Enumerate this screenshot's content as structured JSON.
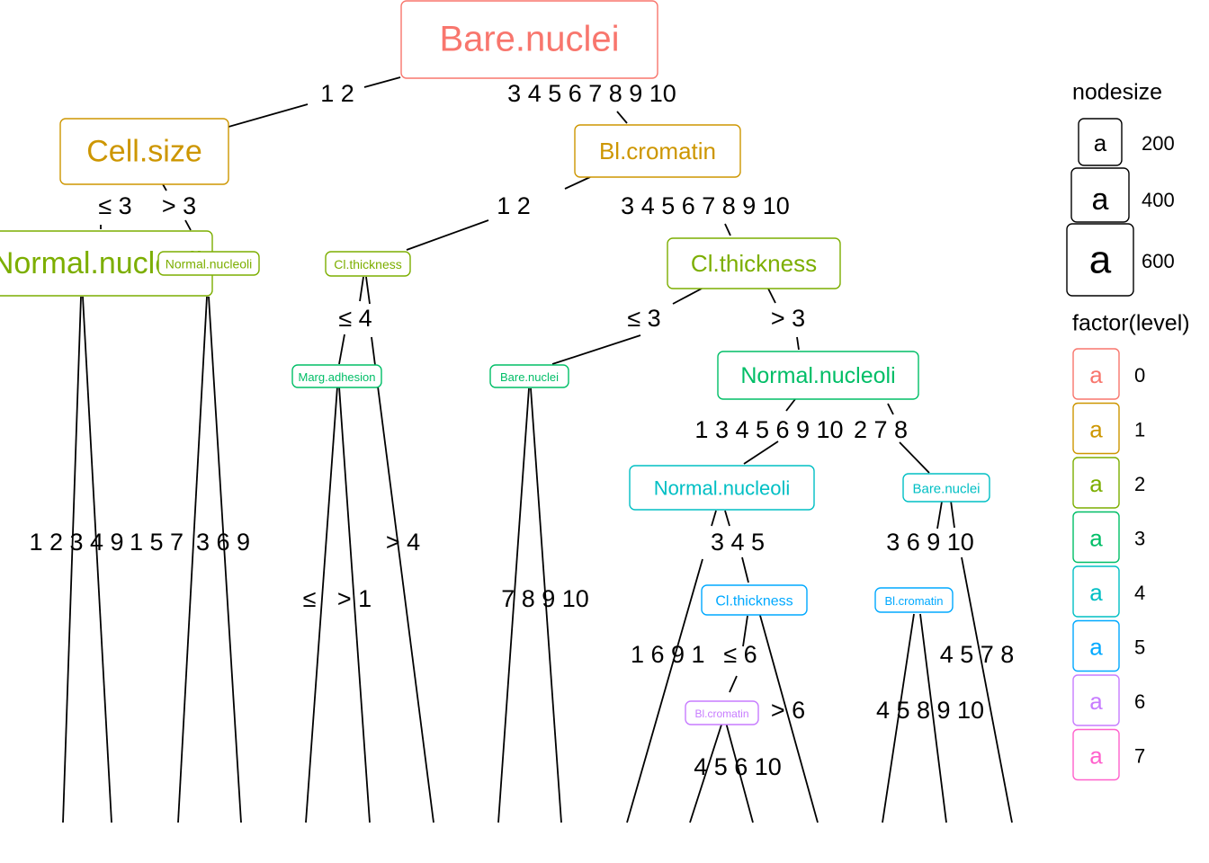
{
  "colors": {
    "level0": "#F8766D",
    "level1": "#CD9600",
    "level2": "#7CAE00",
    "level3": "#00BE67",
    "level4": "#00BFC4",
    "level5": "#00A9FF",
    "level6": "#C77CFF",
    "level7": "#FF61CC",
    "edge": "#000000"
  },
  "nodes": [
    {
      "id": "n0",
      "label": "Bare.nuclei",
      "level": 0
    },
    {
      "id": "n1",
      "label": "Cell.size",
      "level": 1
    },
    {
      "id": "n2",
      "label": "Bl.cromatin",
      "level": 1
    },
    {
      "id": "n3",
      "label": "Normal.nucleoli",
      "level": 2
    },
    {
      "id": "n4",
      "label": "Normal.nucleoli",
      "level": 2
    },
    {
      "id": "n5",
      "label": "Cl.thickness",
      "level": 2
    },
    {
      "id": "n6",
      "label": "Cl.thickness",
      "level": 2
    },
    {
      "id": "n7",
      "label": "Marg.adhesion",
      "level": 3
    },
    {
      "id": "n8",
      "label": "Bare.nuclei",
      "level": 3
    },
    {
      "id": "n9",
      "label": "Normal.nucleoli",
      "level": 3
    },
    {
      "id": "n10",
      "label": "Normal.nucleoli",
      "level": 4
    },
    {
      "id": "n11",
      "label": "Bare.nuclei",
      "level": 4
    },
    {
      "id": "n12",
      "label": "Cl.thickness",
      "level": 5
    },
    {
      "id": "n13",
      "label": "Bl.cromatin",
      "level": 5
    },
    {
      "id": "n14",
      "label": "Bl.cromatin",
      "level": 6
    }
  ],
  "edge_labels": [
    "1 2",
    "3 4 5 6 7 8 9 10",
    "≤ 3",
    "> 3",
    "1 2",
    "3 4 5 6 7 8 9 10",
    "≤ 4",
    "≤ 3",
    "> 3",
    "1 3 4 5 6 9 10",
    "2 7 8",
    "1 2 3 4 9",
    "1 5 7",
    "3 6 9",
    "> 4",
    "≤",
    "> 1",
    "7 8 9 10",
    "3 4 5",
    "3 6 9 10",
    "1 6 9",
    "1",
    "≤ 6",
    "4 5 7 8",
    "> 6",
    "4 5 8 9 10",
    "4 5 6 10"
  ],
  "legend": {
    "nodesize_title": "nodesize",
    "nodesize_symbol": "a",
    "nodesize_items": [
      "200",
      "400",
      "600"
    ],
    "level_title": "factor(level)",
    "level_symbol": "a",
    "level_items": [
      "0",
      "1",
      "2",
      "3",
      "4",
      "5",
      "6",
      "7"
    ]
  }
}
